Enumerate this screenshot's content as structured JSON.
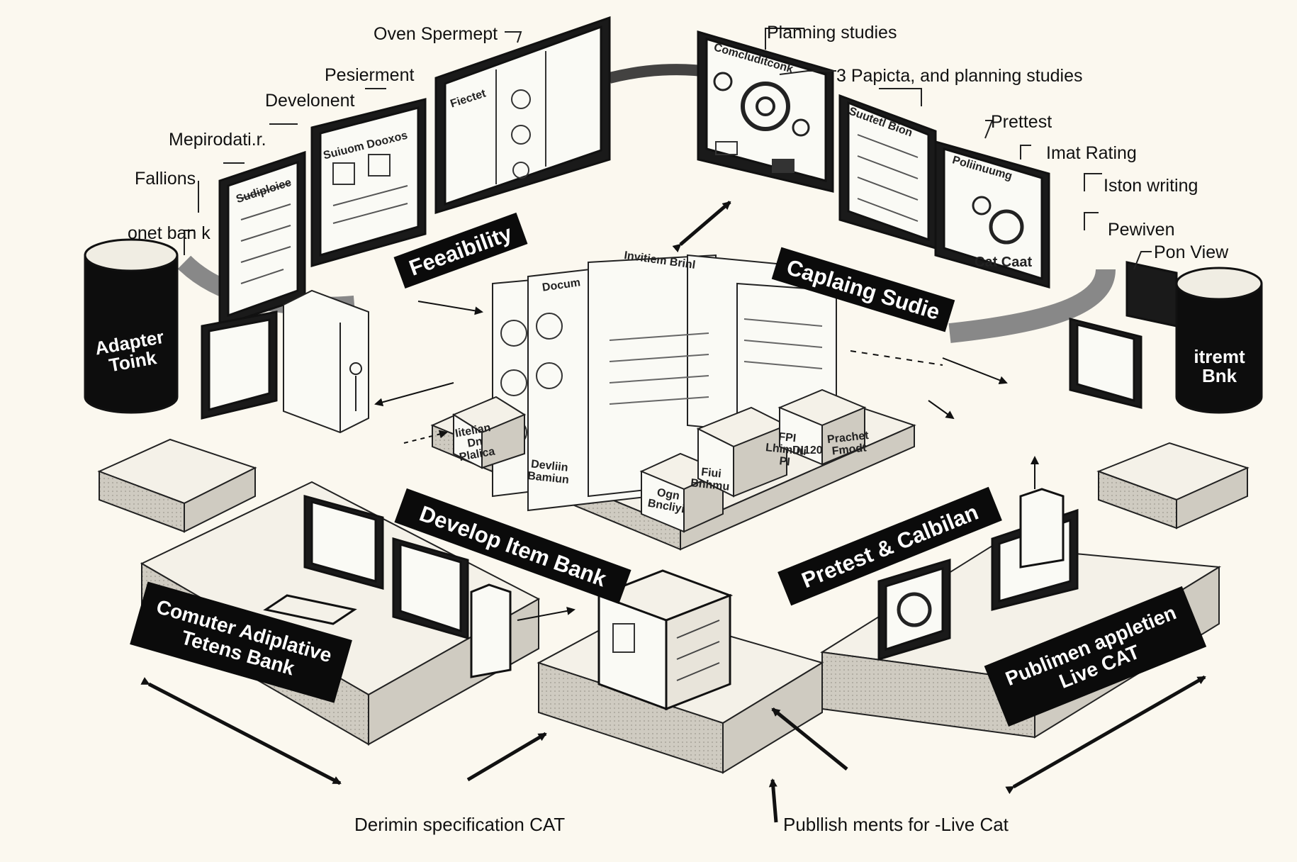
{
  "callouts": {
    "oven_spermept": "Oven Spermept",
    "planning_studies": "Planning studies",
    "pesierment": "Pesierment",
    "papicta": "3 Papicta, and planning studies",
    "develonent": "Develonent",
    "pretest": "Prettest",
    "mepirodatir": "Mepirodati.r.",
    "imat_rating": "Imat Rating",
    "fallions": "Fallions",
    "iston_writing": "Iston writing",
    "onet_bank": "onet ban k",
    "pewiven": "Pewiven",
    "pon_view": "Pon View"
  },
  "banners": {
    "feasibility": "Feeaibility",
    "caplaing": "Caplaing Sudie",
    "develop_item_bank": "Develop Item Bank",
    "pretest_calibilan": "Pretest & Calbilan",
    "computer_adaptive": [
      "Comuter Adiplative",
      "Tetens Bank"
    ],
    "publish_live": [
      "Publimen appletien",
      "Live CAT"
    ]
  },
  "cylinders": {
    "adapter": [
      "Adapter",
      "Toink"
    ],
    "itemt": [
      "itremt",
      "Bnk"
    ]
  },
  "screens": {
    "s1": "Sudiploiee",
    "s2": "Suiuom Dooxos",
    "s3": "Fiectet",
    "s4": "Comcluditconk",
    "s5": "Suutetl Bion",
    "s6": "Poliinuumg",
    "s6_bottom": "Cat Caat"
  },
  "documents": {
    "doc1": "Docum",
    "doc2": "Invitiem Brinl"
  },
  "boxes": {
    "b1": [
      "Iitelian",
      "Dn",
      "Plalica"
    ],
    "b2": [
      "Devliin",
      "Bamiun"
    ],
    "b3": [
      "Ogn",
      "Bncliyi"
    ],
    "b4": [
      "Fiui",
      "Bnhmu"
    ],
    "b5": [
      "FPI",
      "Lhimuu",
      "PI"
    ],
    "b6": "DI120",
    "b7": [
      "Prachet",
      "Fmodt"
    ]
  },
  "bottom_labels": {
    "left": "Derimin specification CAT",
    "right": "Publlish ments for -Live Cat"
  },
  "colors": {
    "background": "#fbf8ef",
    "ink": "#111111",
    "banner_fill": "#0b0b0b",
    "banner_text": "#ffffff",
    "platform_top": "#f4f1e8",
    "platform_side": "#cfcbc1"
  }
}
